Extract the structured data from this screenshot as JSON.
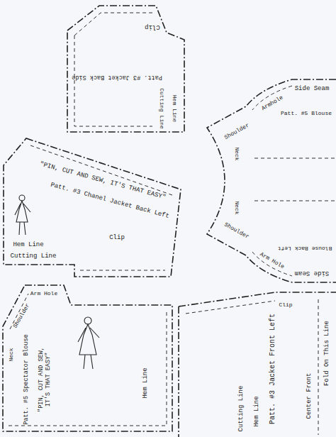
{
  "diagram": {
    "nodes": [
      {
        "text": [
          "Cutting Line",
          "Hem Line",
          "Patt. #3 Jacket Back Side",
          "Clip"
        ]
      },
      {
        "text": [
          "Side Seam",
          "Armhole",
          "Patt. #5 Blouse",
          "Shoulder",
          "Neck",
          "Neck",
          "Shoulder",
          "Arm Hole",
          "Side Seam",
          "Blouse Back Left"
        ]
      },
      {
        "text": [
          "\"PIN, CUT AND SEW, IT'S THAT EASY\"",
          "Patt. #3 Chanel Jacket Back Left",
          "Clip",
          "Hem Line",
          "Cutting Line"
        ]
      },
      {
        "text": [
          "Shoulder",
          "Arm Hole",
          "Neck",
          "Patt. #5 Spectator Blouse",
          "\"PIN, CUT AND SEW, IT'S THAT EASY\"",
          "Hem Line"
        ]
      },
      {
        "text": [
          "Clip",
          "Cutting Line",
          "Hem Line",
          "Patt. #3 Jacket Front Left",
          "Center Front",
          "Fold On This Line"
        ]
      }
    ]
  }
}
